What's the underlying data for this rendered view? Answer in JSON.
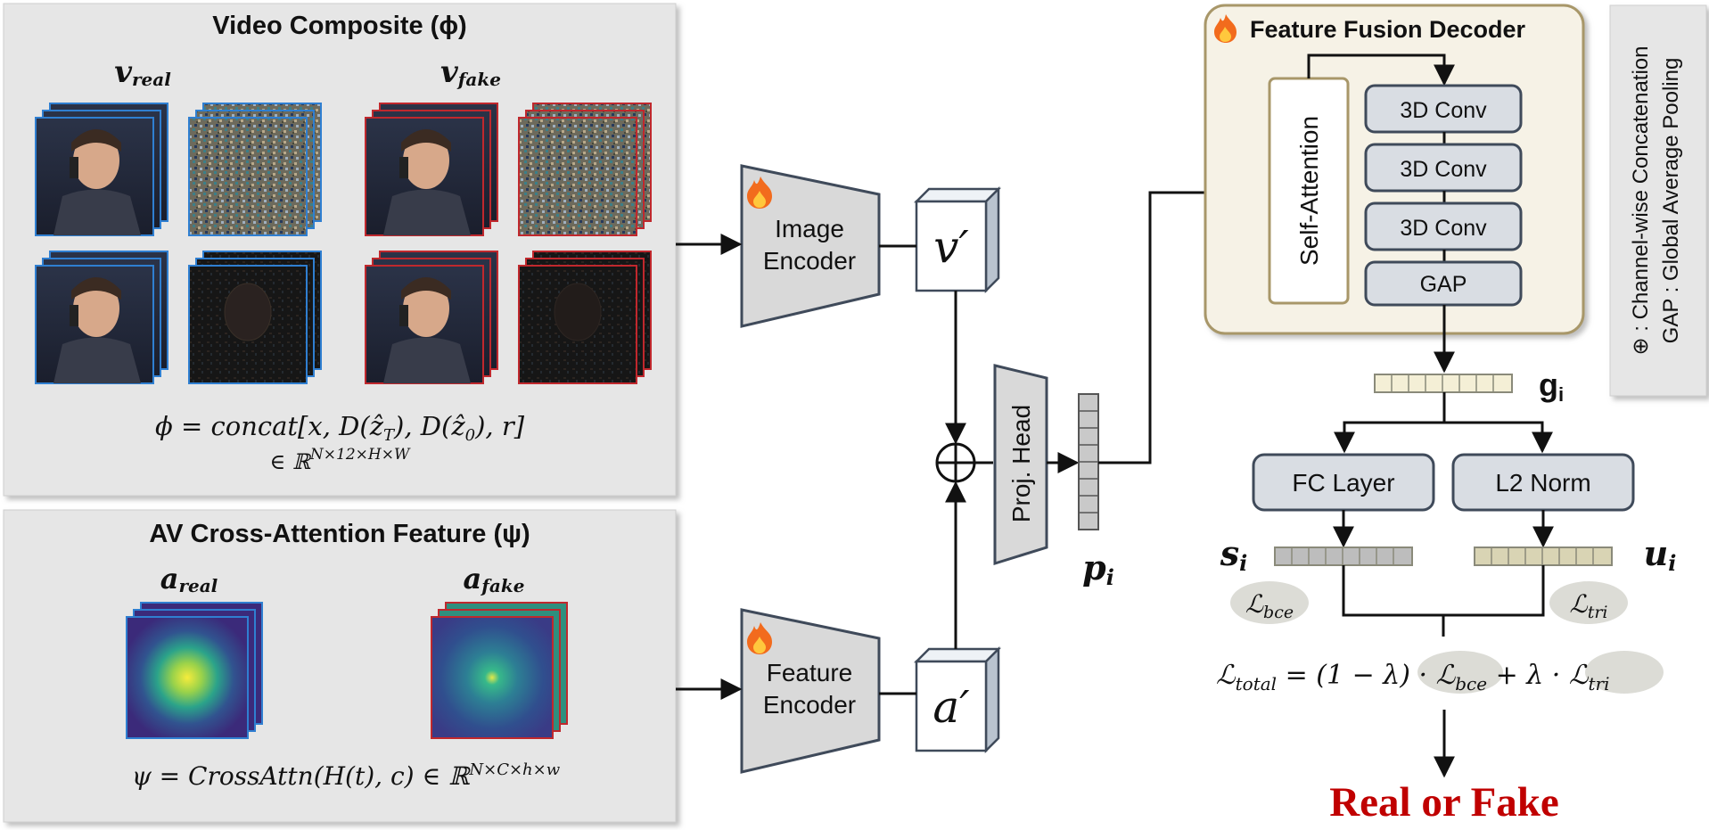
{
  "video_panel": {
    "title": "Video Composite (ϕ)",
    "label_real": "v_real",
    "label_fake": "v_fake",
    "formula_line1": "ϕ = concat[x, D(ẑ_T), D(ẑ_0), r]",
    "formula_line2": "∈ ℝ^{N×12×H×W}",
    "real_color": "#2f7fd1",
    "fake_color": "#c0282d"
  },
  "audio_panel": {
    "title": "AV Cross-Attention Feature (ψ)",
    "label_real": "a_real",
    "label_fake": "a_fake",
    "formula": "ψ = CrossAttn(H(t), c) ∈ ℝ^{N×C×h×w}"
  },
  "encoders": {
    "image_line1": "Image",
    "image_line2": "Encoder",
    "feature_line1": "Feature",
    "feature_line2": "Encoder",
    "v_prime": "v′",
    "a_prime": "a′",
    "concat_symbol": "⊕",
    "proj_head": "Proj. Head",
    "p_label": "p_i"
  },
  "decoder": {
    "title": "Feature Fusion Decoder",
    "self_attention": "Self-Attention",
    "blocks": [
      "3D Conv",
      "3D Conv",
      "3D Conv",
      "GAP"
    ],
    "g_label": "g_i",
    "fc_layer": "FC Layer",
    "l2_norm": "L2 Norm",
    "s_label": "s_i",
    "u_label": "u_i",
    "loss_bce": "ℒ_bce",
    "loss_tri": "ℒ_tri",
    "loss_total": "ℒ_total = (1 − λ) · ℒ_bce + λ · ℒ_tri",
    "output": "Real or Fake"
  },
  "legend": {
    "line1": "⊕ : Channel-wise Concatenation",
    "line2": "GAP : Global Average Pooling"
  },
  "icons": [
    "fire-icon"
  ]
}
